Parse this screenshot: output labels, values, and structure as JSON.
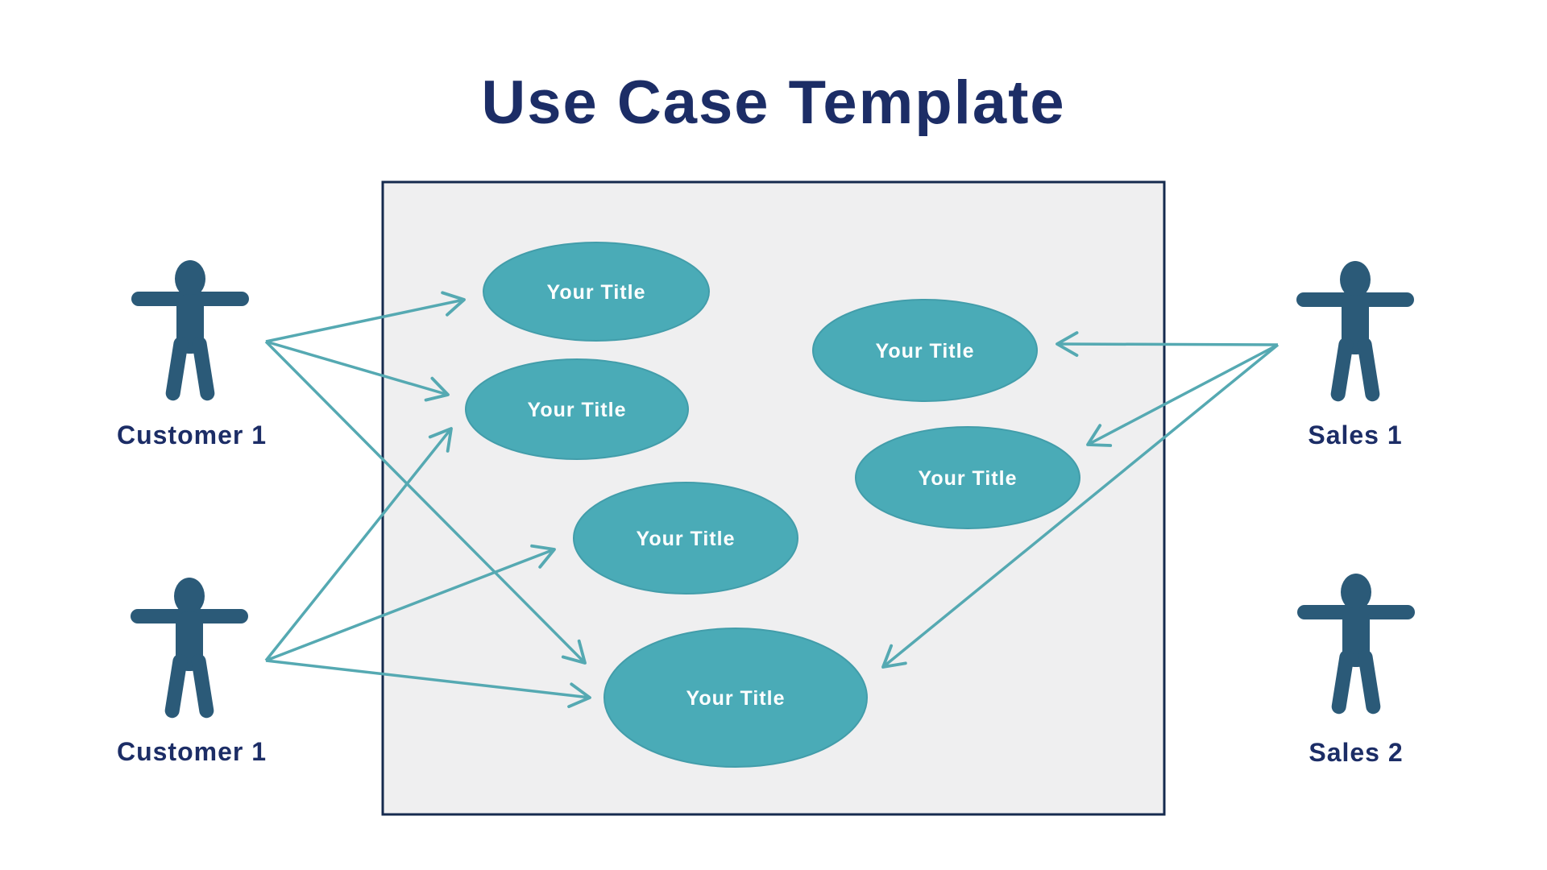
{
  "title": "Use Case Template",
  "actors": [
    {
      "id": "customer-1-top",
      "label": "Customer 1",
      "position": "left-top"
    },
    {
      "id": "customer-1-bottom",
      "label": "Customer 1",
      "position": "left-bottom"
    },
    {
      "id": "sales-1",
      "label": "Sales 1",
      "position": "right-top"
    },
    {
      "id": "sales-2",
      "label": "Sales 2",
      "position": "right-bottom"
    }
  ],
  "use_cases": [
    {
      "id": "use-case-1",
      "label": "Your Title"
    },
    {
      "id": "use-case-2",
      "label": "Your Title"
    },
    {
      "id": "use-case-3",
      "label": "Your Title"
    },
    {
      "id": "use-case-4",
      "label": "Your Title"
    },
    {
      "id": "use-case-5",
      "label": "Your Title"
    },
    {
      "id": "use-case-6",
      "label": "Your Title"
    }
  ],
  "connections": [
    {
      "from": "customer-1-top",
      "to": "use-case-1"
    },
    {
      "from": "customer-1-top",
      "to": "use-case-2"
    },
    {
      "from": "customer-1-top",
      "to": "use-case-6"
    },
    {
      "from": "customer-1-bottom",
      "to": "use-case-2"
    },
    {
      "from": "customer-1-bottom",
      "to": "use-case-3"
    },
    {
      "from": "customer-1-bottom",
      "to": "use-case-6"
    },
    {
      "from": "sales-1",
      "to": "use-case-4"
    },
    {
      "from": "sales-1",
      "to": "use-case-5"
    },
    {
      "from": "sales-1",
      "to": "use-case-6"
    }
  ],
  "colors": {
    "title_text": "#1c2d66",
    "actor_figure": "#2b5a78",
    "actor_label": "#1c2d66",
    "use_case_fill": "#4aabb7",
    "use_case_text": "#ffffff",
    "arrow": "#55a9b2",
    "system_box_fill": "#efeff0",
    "system_box_border": "#152a4e",
    "page_background": "#ffffff"
  }
}
